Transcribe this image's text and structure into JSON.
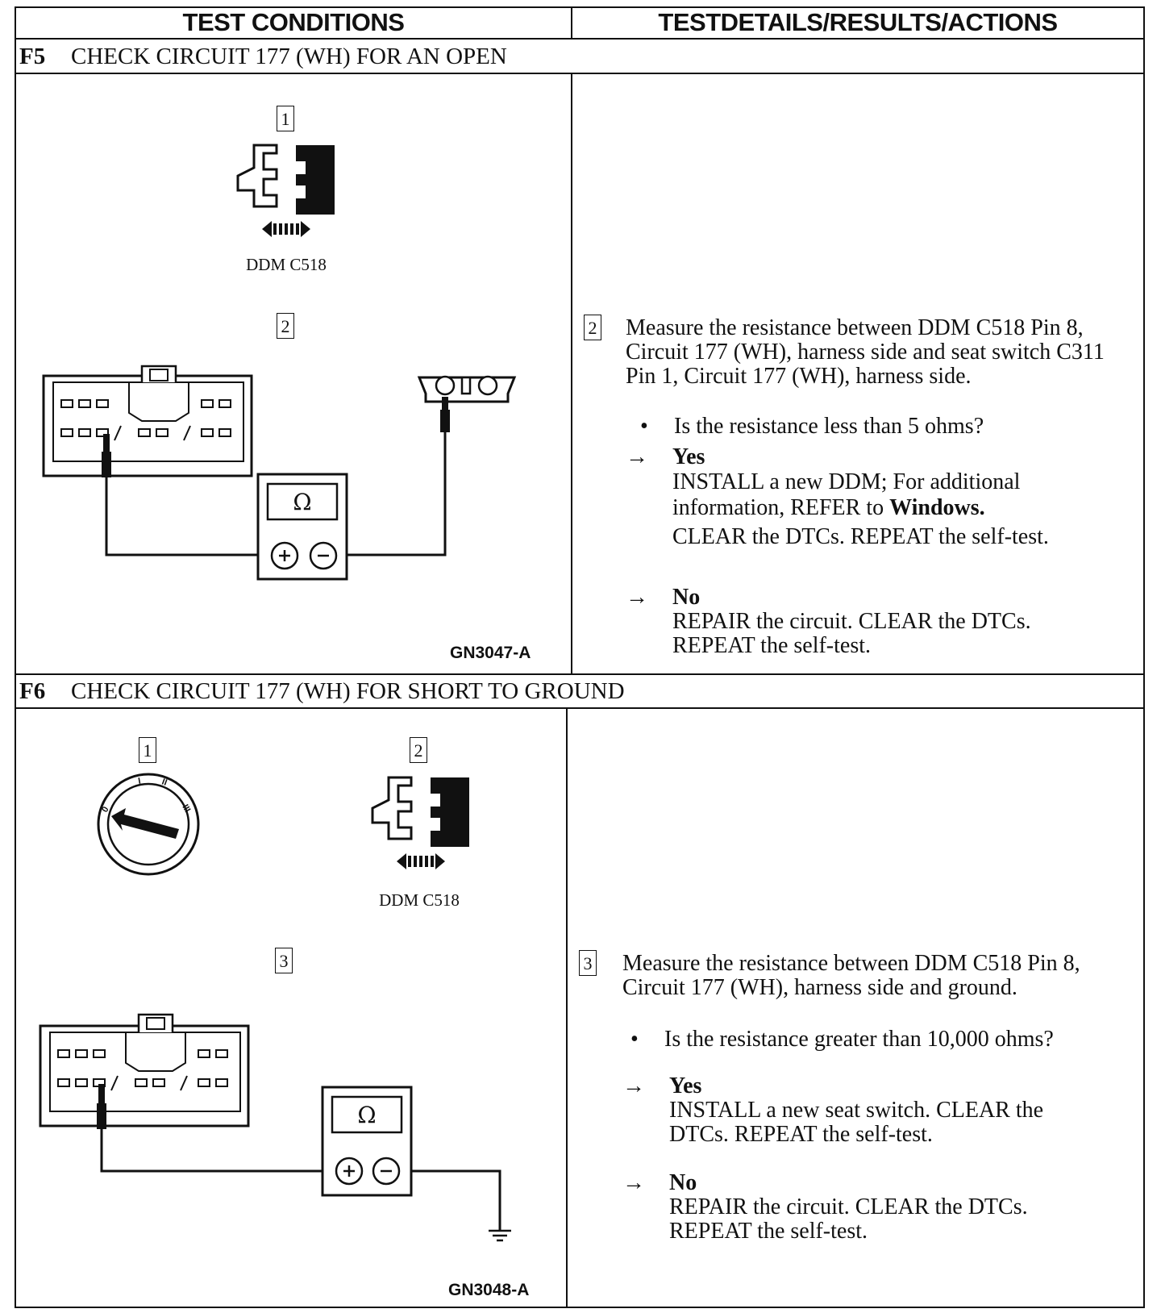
{
  "header": {
    "left_col": "TEST CONDITIONS",
    "right_col": "TESTDETAILS/RESULTS/ACTIONS"
  },
  "f5": {
    "id": "F5",
    "title": "CHECK CIRCUIT 177 (WH) FOR AN OPEN",
    "callouts": [
      "1",
      "2"
    ],
    "connector_label": "DDM C518",
    "meter_symbol": "Ω",
    "figure_id": "GN3047-A",
    "step": {
      "number": "2",
      "instruction": "Measure the resistance between DDM C518 Pin 8, Circuit 177 (WH), harness side and seat switch C311 Pin 1, Circuit 177 (WH), harness side.",
      "bullet": "•",
      "question": "Is the resistance less than 5 ohms?",
      "yes": {
        "arrow": "→",
        "label": "Yes",
        "action_1": "INSTALL a new DDM; For additional information, REFER to",
        "action_ref": "Windows.",
        "action_2": "CLEAR the DTCs. REPEAT the self-test."
      },
      "no": {
        "arrow": "→",
        "label": "No",
        "action": "REPAIR the circuit. CLEAR the DTCs. REPEAT the self-test."
      }
    }
  },
  "f6": {
    "id": "F6",
    "title": "CHECK CIRCUIT 177 (WH) FOR SHORT TO GROUND",
    "callouts": [
      "1",
      "2",
      "3"
    ],
    "connector_label": "DDM C518",
    "ignition_positions": [
      "0",
      "I",
      "II",
      "III"
    ],
    "meter_symbol": "Ω",
    "figure_id": "GN3048-A",
    "step": {
      "number": "3",
      "instruction": "Measure the resistance between DDM C518 Pin 8, Circuit 177 (WH), harness side and ground.",
      "bullet": "•",
      "question": "Is the resistance greater than 10,000 ohms?",
      "yes": {
        "arrow": "→",
        "label": "Yes",
        "action": "INSTALL a new seat switch. CLEAR the DTCs. REPEAT the self-test."
      },
      "no": {
        "arrow": "→",
        "label": "No",
        "action": "REPAIR the circuit. CLEAR the DTCs. REPEAT the self-test."
      }
    }
  }
}
